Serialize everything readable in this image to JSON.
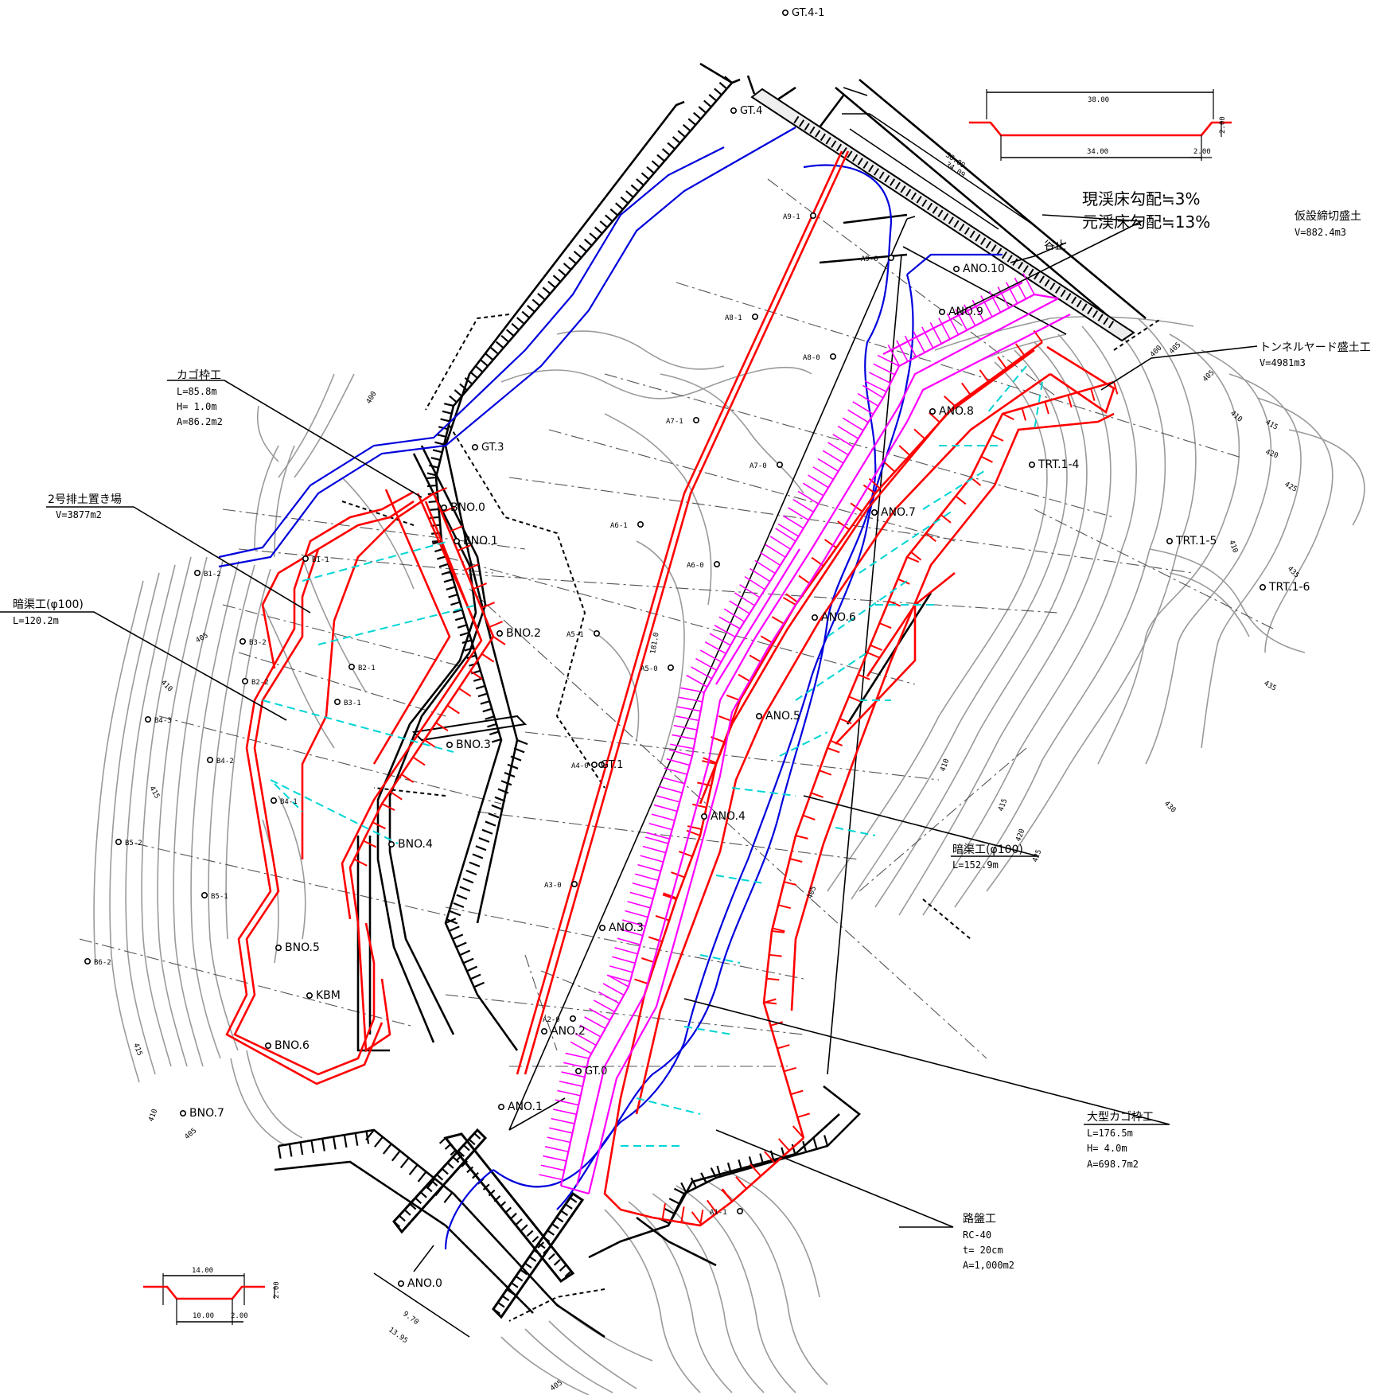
{
  "slope_notes": {
    "current": "現渓床勾配≒3%",
    "original": "元渓床勾配≒13%"
  },
  "works": {
    "cofferdam": {
      "title": "仮設締切盛土",
      "spec": "V=882.4m3"
    },
    "tunnel_yard": {
      "title": "トンネルヤード盛土工",
      "spec": "V=4981m3"
    },
    "gabion_small": {
      "title": "カゴ枠工",
      "l": "L=85.8m",
      "h": "H= 1.0m",
      "a": "A=86.2m2"
    },
    "spoil_area": {
      "title": "2号排土置き場",
      "v": "V=3877m2"
    },
    "drain_left": {
      "title": "暗渠工(φ100)",
      "l": "L=120.2m"
    },
    "drain_right": {
      "title": "暗渠工(φ100)",
      "l": "L=152.9m"
    },
    "gabion_large": {
      "title": "大型カゴ枠工",
      "l": "L=176.5m",
      "h": "H= 4.0m",
      "a": "A=698.7m2"
    },
    "roadbed": {
      "title": "路盤工",
      "mat": "RC-40",
      "t": "t= 20cm",
      "a": "A=1,000m2"
    },
    "check_dam": "谷止"
  },
  "section_top": {
    "w_top": "38.00",
    "w_bottom": "34.00",
    "side": "2.00",
    "h": "2.00"
  },
  "section_bottom": {
    "w_top": "14.00",
    "w_bottom": "10.00",
    "side": "2.00",
    "h": "2.00"
  },
  "dims": {
    "d1": "38.09",
    "d2": "34.09",
    "d3": "9.70",
    "d4": "13.95"
  },
  "points": {
    "gt41": "GT.4-1",
    "gt4": "GT.4",
    "gt3": "GT.3",
    "gt1": "GT.1",
    "gt0": "GT.0",
    "ano10": "ANO.10",
    "ano9": "ANO.9",
    "ano8": "ANO.8",
    "ano7": "ANO.7",
    "ano6": "ANO.6",
    "ano5": "ANO.5",
    "ano4": "ANO.4",
    "ano3": "ANO.3",
    "ano2": "ANO.2",
    "ano1": "ANO.1",
    "ano0": "ANO.0",
    "bno0": "BNO.0",
    "bno1": "BNO.1",
    "bno2": "BNO.2",
    "bno3": "BNO.3",
    "bno4": "BNO.4",
    "bno5": "BNO.5",
    "bno6": "BNO.6",
    "bno7": "BNO.7",
    "kbm": "KBM",
    "trt14": "TRT.1-4",
    "trt15": "TRT.1-5",
    "trt16": "TRT.1-6",
    "a91": "A9-1",
    "a90": "A9-0",
    "a81": "A8-1",
    "a80": "A8-0",
    "a71": "A7-1",
    "a70": "A7-0",
    "a61": "A6-1",
    "a60": "A6-0",
    "a51": "A5-1",
    "a50": "A5-0",
    "a40": "A4-0",
    "a30": "A3-0",
    "a20": "A2-0",
    "a11": "A1-1",
    "b12": "B1-2",
    "b11": "B1-1",
    "b32": "B3-2",
    "b22": "B2-2",
    "b21": "B2-1",
    "b31": "B3-1",
    "b43": "B4-3",
    "b42": "B4-2",
    "b41": "B4-1",
    "b52": "B5-2",
    "b51": "B5-1",
    "b62": "B6-2"
  },
  "contours": {
    "c400a": "400",
    "c405a": "405",
    "c410a": "410",
    "c415a": "415",
    "c420a": "420",
    "c425a": "425",
    "c410b": "410",
    "c435a": "435",
    "c435b": "435",
    "c430": "430",
    "c415b": "415",
    "c420b": "420",
    "c425b": "425",
    "c405b": "405",
    "c400b": "400",
    "c405c": "405",
    "c410c": "410",
    "c415c": "415",
    "c415d": "415",
    "c410d": "410",
    "c405d": "405",
    "c405e": "405",
    "c405f": "405",
    "c410e": "410",
    "c181": "181.0"
  },
  "colors": {
    "structure": "#ff0000",
    "fill_works": "#ff00ff",
    "stream": "#0000dd",
    "drain": "#00d5d5",
    "existing": "#000000",
    "contour": "#9a9a9a"
  }
}
